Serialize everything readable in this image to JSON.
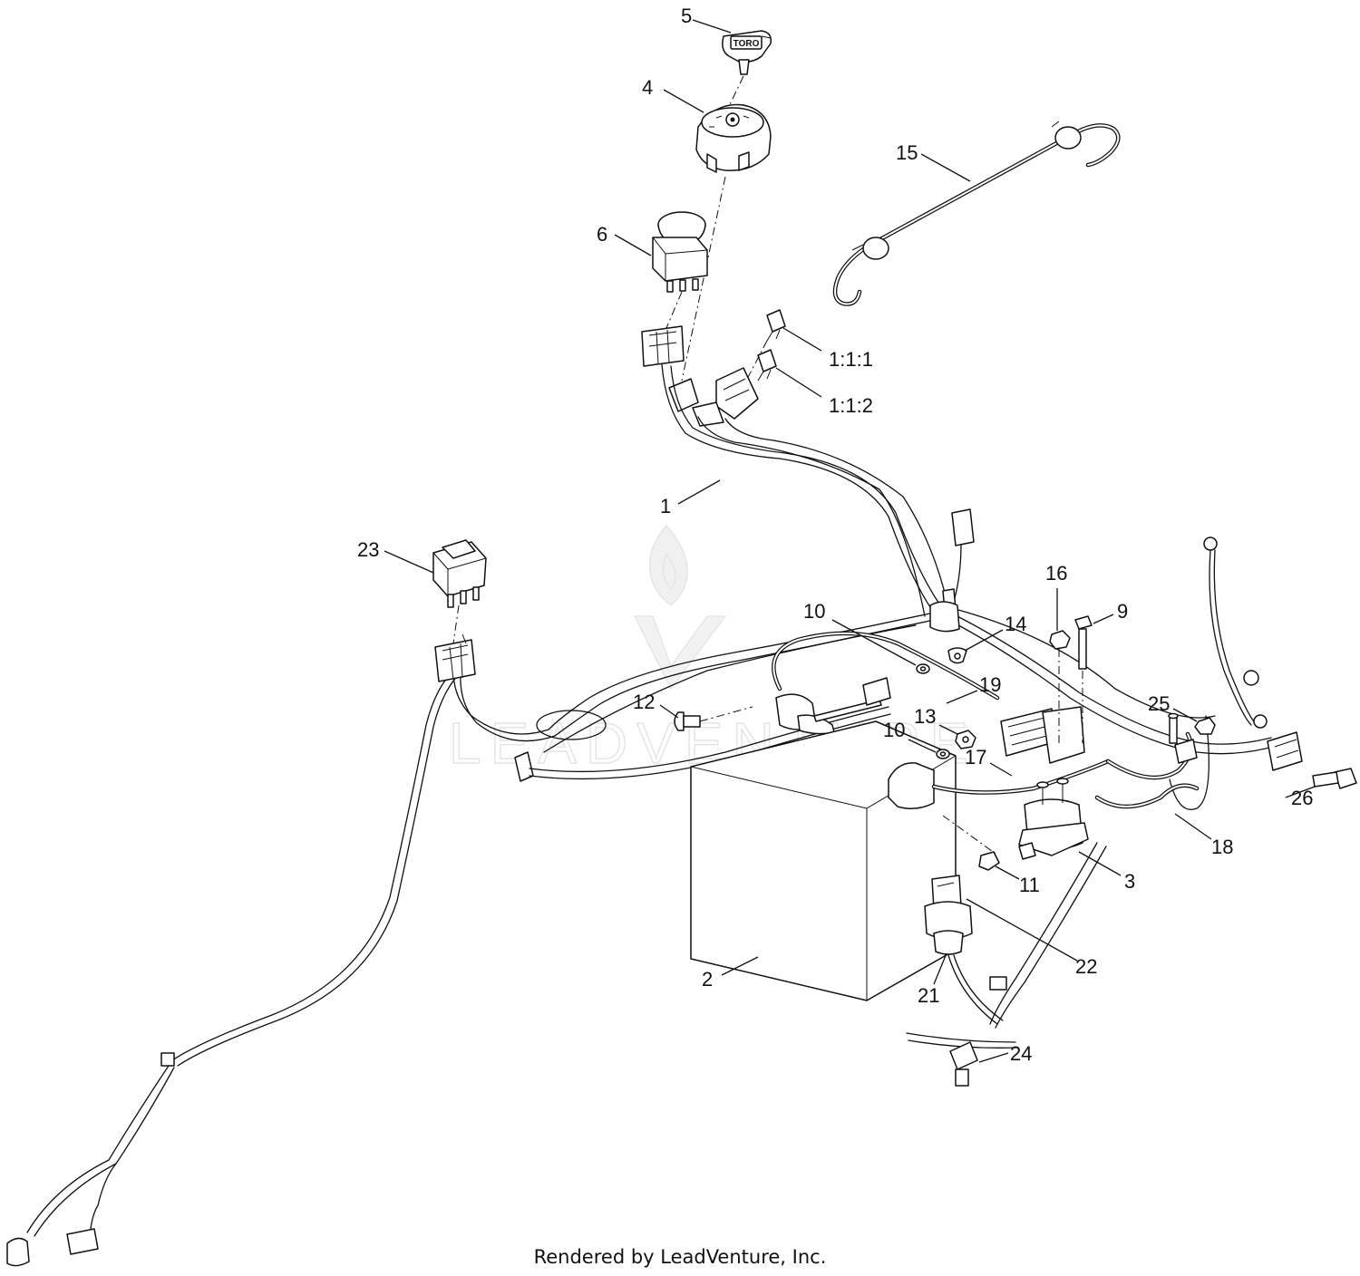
{
  "callouts": [
    {
      "id": "5",
      "label": "5"
    },
    {
      "id": "4",
      "label": "4"
    },
    {
      "id": "15",
      "label": "15"
    },
    {
      "id": "6",
      "label": "6"
    },
    {
      "id": "1-1-1",
      "label": "1:1:1"
    },
    {
      "id": "1-1-2",
      "label": "1:1:2"
    },
    {
      "id": "1",
      "label": "1"
    },
    {
      "id": "23",
      "label": "23"
    },
    {
      "id": "16",
      "label": "16"
    },
    {
      "id": "9",
      "label": "9"
    },
    {
      "id": "10a",
      "label": "10"
    },
    {
      "id": "14",
      "label": "14"
    },
    {
      "id": "19",
      "label": "19"
    },
    {
      "id": "12",
      "label": "12"
    },
    {
      "id": "25",
      "label": "25"
    },
    {
      "id": "13",
      "label": "13"
    },
    {
      "id": "10b",
      "label": "10"
    },
    {
      "id": "17",
      "label": "17"
    },
    {
      "id": "26",
      "label": "26"
    },
    {
      "id": "18",
      "label": "18"
    },
    {
      "id": "11",
      "label": "11"
    },
    {
      "id": "3",
      "label": "3"
    },
    {
      "id": "22",
      "label": "22"
    },
    {
      "id": "2",
      "label": "2"
    },
    {
      "id": "21",
      "label": "21"
    },
    {
      "id": "24",
      "label": "24"
    }
  ],
  "key_brand": "TORO",
  "watermark": "LEADVENTURE",
  "footer": "Rendered by LeadVenture, Inc."
}
